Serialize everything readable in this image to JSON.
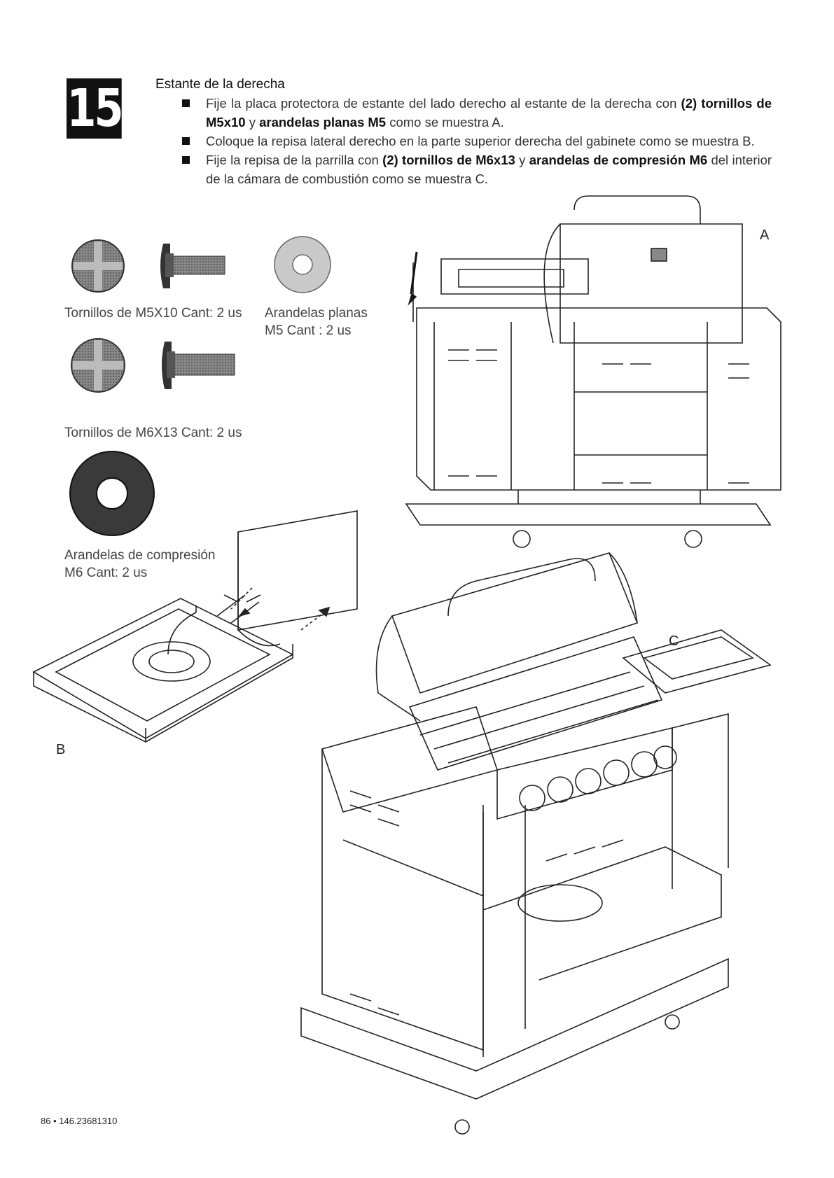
{
  "step": {
    "number": "15"
  },
  "heading": "Estante de la derecha",
  "instructions": [
    {
      "parts": [
        {
          "t": "Fije la placa protectora de estante del lado derecho al estante de la derecha con ",
          "b": false
        },
        {
          "t": "(2) tornillos de M5x10",
          "b": true
        },
        {
          "t": " y ",
          "b": false
        },
        {
          "t": "arandelas planas M5",
          "b": true
        },
        {
          "t": " como se muestra A.",
          "b": false
        }
      ]
    },
    {
      "parts": [
        {
          "t": "Coloque la repisa lateral derecho en la parte superior derecha del gabinete como se muestra B.",
          "b": false
        }
      ]
    },
    {
      "parts": [
        {
          "t": "Fije la repisa de la parrilla con ",
          "b": false
        },
        {
          "t": "(2) tornillos de M6x13",
          "b": true
        },
        {
          "t": " y ",
          "b": false
        },
        {
          "t": "arandelas de compresión M6",
          "b": true
        },
        {
          "t": " del interior de la cámara de combustión como se muestra C.",
          "b": false
        }
      ]
    }
  ],
  "parts": {
    "m5_screws": "Tornillos de M5X10 Cant: 2 us",
    "flat_washers_line1": "Arandelas planas",
    "flat_washers_line2": "M5    Cant : 2 us",
    "m6_screws": "Tornillos de M6X13    Cant: 2 us",
    "compression_washers_line1": "Arandelas de compresión",
    "compression_washers_line2": "M6     Cant: 2 us"
  },
  "figure_labels": {
    "a": "A",
    "b": "B",
    "c": "C"
  },
  "footer": "86 • 146.23681310",
  "colors": {
    "step_box": "#111111",
    "line": "#222222",
    "washer_dark": "#3a3a3a",
    "part_gray": "#9a9a9a"
  }
}
